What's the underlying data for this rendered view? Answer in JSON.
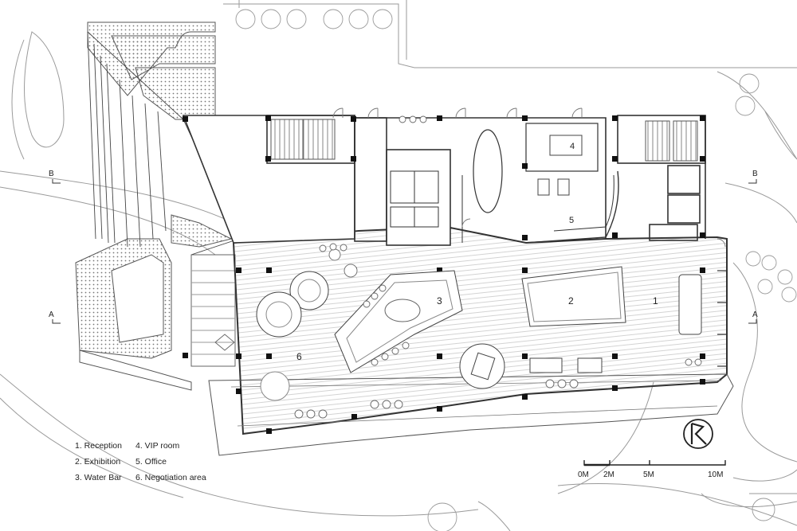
{
  "room_numbers": [
    "1",
    "2",
    "3",
    "4",
    "5",
    "6"
  ],
  "legend": [
    [
      "1. Reception",
      "4. VIP room"
    ],
    [
      "2. Exhibition",
      "5. Office"
    ],
    [
      "3. Water Bar",
      "6. Negotiation area"
    ]
  ],
  "section_marks": {
    "a": "A",
    "b": "B"
  },
  "scale_bar": {
    "labels": [
      "0M",
      "2M",
      "5M",
      "10M"
    ]
  },
  "north_arrow": {
    "glyph": "R"
  },
  "colors": {
    "line": "#555555",
    "wall": "#333333",
    "column": "#111111",
    "floor_hatch": "#c8c8c8",
    "tree": "#9a9a9a"
  }
}
